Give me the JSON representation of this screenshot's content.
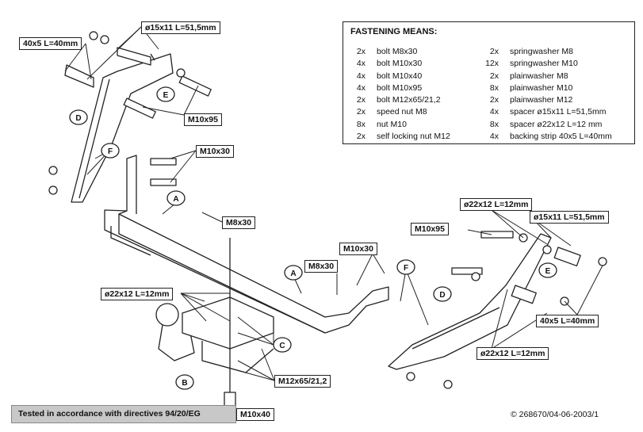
{
  "fastening": {
    "title": "FASTENING MEANS:",
    "left": [
      {
        "qty": "2x",
        "item": "bolt M8x30"
      },
      {
        "qty": "4x",
        "item": "bolt M10x30"
      },
      {
        "qty": "4x",
        "item": "bolt M10x40"
      },
      {
        "qty": "4x",
        "item": "bolt M10x95"
      },
      {
        "qty": "2x",
        "item": "bolt M12x65/21,2"
      },
      {
        "qty": "2x",
        "item": "speed nut M8"
      },
      {
        "qty": "8x",
        "item": "nut M10"
      },
      {
        "qty": "2x",
        "item": "self locking nut M12"
      }
    ],
    "right": [
      {
        "qty": "2x",
        "item": "springwasher M8"
      },
      {
        "qty": "12x",
        "item": "springwasher M10"
      },
      {
        "qty": "2x",
        "item": "plainwasher M8"
      },
      {
        "qty": "8x",
        "item": "plainwasher M10"
      },
      {
        "qty": "2x",
        "item": "plainwasher M12"
      },
      {
        "qty": "4x",
        "item": "spacer ø15x11 L=51,5mm"
      },
      {
        "qty": "8x",
        "item": "spacer ø22x12 L=12 mm"
      },
      {
        "qty": "4x",
        "item": "backing strip 40x5 L=40mm"
      }
    ]
  },
  "labels": {
    "strip_top_left": "40x5 L=40mm",
    "spacer15_top": "ø15x11 L=51,5mm",
    "m10x95_left": "M10x95",
    "m10x30_left": "M10x30",
    "m8x30_left": "M8x30",
    "m10x30_center": "M10x30",
    "m8x30_center": "M8x30",
    "spacer22_left": "ø22x12 L=12mm",
    "m12": "M12x65/21,2",
    "m10x40": "M10x40",
    "spacer22_right_top": "ø22x12 L=12mm",
    "spacer15_right": "ø15x11 L=51,5mm",
    "m10x95_right": "M10x95",
    "strip_right": "40x5 L=40mm",
    "spacer22_right_bottom": "ø22x12 L=12mm"
  },
  "part_letters": {
    "A1": "A",
    "A2": "A",
    "B": "B",
    "C": "C",
    "D1": "D",
    "D2": "D",
    "E1": "E",
    "E2": "E",
    "F1": "F",
    "F2": "F"
  },
  "footer": {
    "tested": "Tested in accordance with directives 94/20/EG",
    "copyright": "© 268670/04-06-2003/1"
  }
}
